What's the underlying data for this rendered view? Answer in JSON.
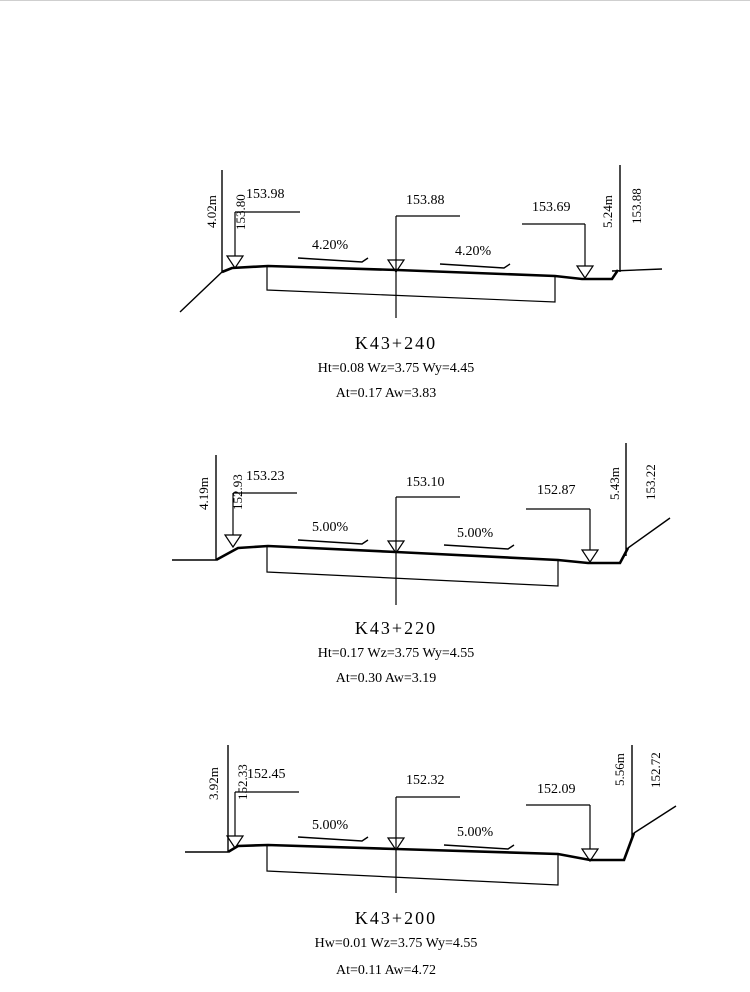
{
  "sections": [
    {
      "station": "K43+240",
      "line1": "Ht=0.08 Wz=3.75 Wy=4.45",
      "line2": "At=0.17 Aw=3.83",
      "left_height": "4.02m",
      "left_elev_vertical": "153.80",
      "left_elev": "153.98",
      "center_elev": "153.88",
      "right_elev": "153.69",
      "right_height": "5.24m",
      "right_elev_vertical": "153.88",
      "left_slope": "4.20%",
      "right_slope": "4.20%"
    },
    {
      "station": "K43+220",
      "line1": "Ht=0.17 Wz=3.75 Wy=4.55",
      "line2": "At=0.30 Aw=3.19",
      "left_height": "4.19m",
      "left_elev_vertical": "152.93",
      "left_elev": "153.23",
      "center_elev": "153.10",
      "right_elev": "152.87",
      "right_height": "5.43m",
      "right_elev_vertical": "153.22",
      "left_slope": "5.00%",
      "right_slope": "5.00%"
    },
    {
      "station": "K43+200",
      "line1": "Hw=0.01 Wz=3.75 Wy=4.55",
      "line2": "At=0.11 Aw=4.72",
      "left_height": "3.92m",
      "left_elev_vertical": "152.33",
      "left_elev": "152.45",
      "center_elev": "152.32",
      "right_elev": "152.09",
      "right_height": "5.56m",
      "right_elev_vertical": "152.72",
      "left_slope": "5.00%",
      "right_slope": "5.00%"
    }
  ]
}
